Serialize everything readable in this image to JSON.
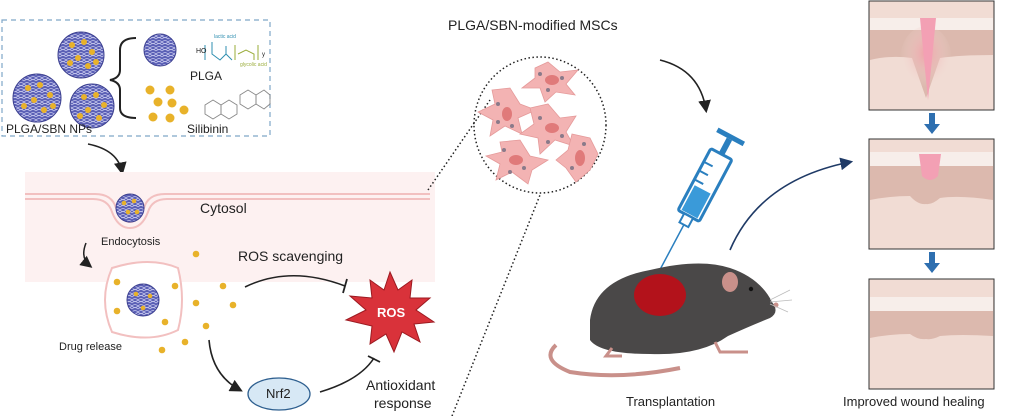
{
  "panel_nps": {
    "composite_label": "PLGA/SBN NPs",
    "plga_label": "PLGA",
    "silibinin_label": "Silibinin",
    "plga_structure": {
      "hydroxyl": "HO",
      "lactic": "lactic acid",
      "glycolic": "glycolic acid",
      "repeat": "y"
    }
  },
  "cell": {
    "cytosol_label": "Cytosol",
    "endocytosis_label": "Endocytosis",
    "drug_release_label": "Drug release",
    "ros_scavenging_label": "ROS scavenging",
    "ros_label": "ROS",
    "nrf2_label": "Nrf2",
    "antioxidant_label_line1": "Antioxidant",
    "antioxidant_label_line2": "response"
  },
  "mscs": {
    "title": "PLGA/SBN-modified MSCs"
  },
  "mouse": {
    "label": "Transplantation"
  },
  "wound": {
    "label": "Improved wound healing",
    "stages": [
      "open wound",
      "healing wound",
      "healed wound"
    ]
  },
  "colors": {
    "np_blue": "#4a4fa8",
    "drug_yellow": "#e8b22a",
    "membrane_pink": "#f2c6c6",
    "cytosol_bg": "#fdf1f1",
    "ros_red": "#d9323a",
    "nrf2_fill": "#d7e8f5",
    "cell_pink": "#f3b3b3",
    "syringe_blue": "#2a7fbf",
    "mouse_gray": "#4a4848",
    "wound_red": "#b3121b",
    "arrow_blue": "#2e6fb0",
    "skin": "#f1dcd4"
  }
}
